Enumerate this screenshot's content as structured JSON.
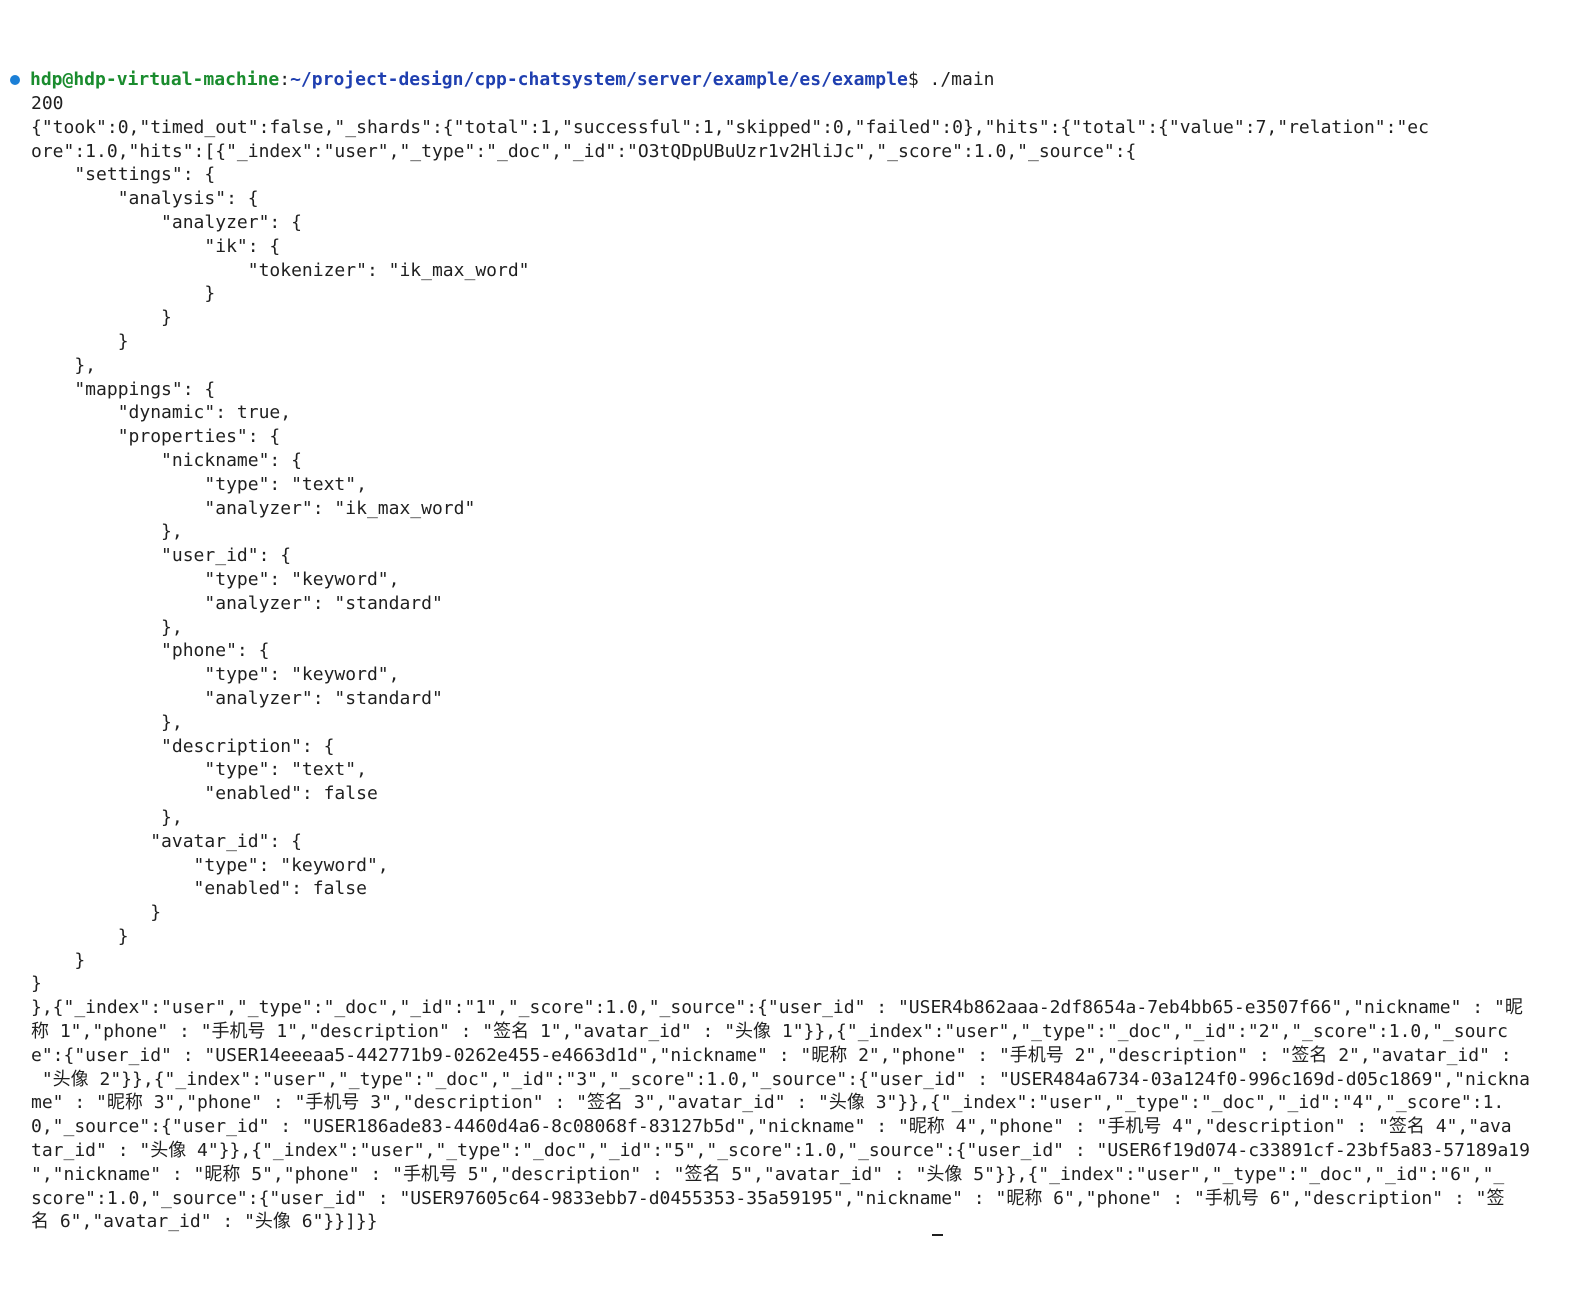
{
  "colors": {
    "background": "#ffffff",
    "text": "#1f1f1f",
    "prompt_user": "#1a8c2e",
    "prompt_path": "#1f3fb0",
    "status_dot": "#1b7fd6"
  },
  "prompt": {
    "status_icon": "filled-circle-dot",
    "user_host": "hdp@hdp-virtual-machine",
    "separator": ":",
    "path": "~/project-design/cpp-chatsystem/server/example/es/example",
    "symbol": "$",
    "command": " ./main"
  },
  "output_lines": [
    "200",
    "{\"took\":0,\"timed_out\":false,\"_shards\":{\"total\":1,\"successful\":1,\"skipped\":0,\"failed\":0},\"hits\":{\"total\":{\"value\":7,\"relation\":\"ec",
    "ore\":1.0,\"hits\":[{\"_index\":\"user\",\"_type\":\"_doc\",\"_id\":\"O3tQDpUBuUzr1v2HliJc\",\"_score\":1.0,\"_source\":{",
    "    \"settings\": {",
    "        \"analysis\": {",
    "            \"analyzer\": {",
    "                \"ik\": {",
    "                    \"tokenizer\": \"ik_max_word\"",
    "                }",
    "            }",
    "        }",
    "    },",
    "    \"mappings\": {",
    "        \"dynamic\": true,",
    "        \"properties\": {",
    "            \"nickname\": {",
    "                \"type\": \"text\",",
    "                \"analyzer\": \"ik_max_word\"",
    "            },",
    "            \"user_id\": {",
    "                \"type\": \"keyword\",",
    "                \"analyzer\": \"standard\"",
    "            },",
    "            \"phone\": {",
    "                \"type\": \"keyword\",",
    "                \"analyzer\": \"standard\"",
    "            },",
    "            \"description\": {",
    "                \"type\": \"text\",",
    "                \"enabled\": false",
    "            },",
    "           \"avatar_id\": {",
    "               \"type\": \"keyword\",",
    "               \"enabled\": false",
    "           }",
    "        }",
    "    }",
    "}",
    "},{\"_index\":\"user\",\"_type\":\"_doc\",\"_id\":\"1\",\"_score\":1.0,\"_source\":{\"user_id\" : \"USER4b862aaa-2df8654a-7eb4bb65-e3507f66\",\"nickname\" : \"昵",
    "称 1\",\"phone\" : \"手机号 1\",\"description\" : \"签名 1\",\"avatar_id\" : \"头像 1\"}},{\"_index\":\"user\",\"_type\":\"_doc\",\"_id\":\"2\",\"_score\":1.0,\"_sourc",
    "e\":{\"user_id\" : \"USER14eeeaa5-442771b9-0262e455-e4663d1d\",\"nickname\" : \"昵称 2\",\"phone\" : \"手机号 2\",\"description\" : \"签名 2\",\"avatar_id\" :",
    " \"头像 2\"}},{\"_index\":\"user\",\"_type\":\"_doc\",\"_id\":\"3\",\"_score\":1.0,\"_source\":{\"user_id\" : \"USER484a6734-03a124f0-996c169d-d05c1869\",\"nickna",
    "me\" : \"昵称 3\",\"phone\" : \"手机号 3\",\"description\" : \"签名 3\",\"avatar_id\" : \"头像 3\"}},{\"_index\":\"user\",\"_type\":\"_doc\",\"_id\":\"4\",\"_score\":1.",
    "0,\"_source\":{\"user_id\" : \"USER186ade83-4460d4a6-8c08068f-83127b5d\",\"nickname\" : \"昵称 4\",\"phone\" : \"手机号 4\",\"description\" : \"签名 4\",\"ava",
    "tar_id\" : \"头像 4\"}},{\"_index\":\"user\",\"_type\":\"_doc\",\"_id\":\"5\",\"_score\":1.0,\"_source\":{\"user_id\" : \"USER6f19d074-c33891cf-23bf5a83-57189a19",
    "\",\"nickname\" : \"昵称 5\",\"phone\" : \"手机号 5\",\"description\" : \"签名 5\",\"avatar_id\" : \"头像 5\"}},{\"_index\":\"user\",\"_type\":\"_doc\",\"_id\":\"6\",\"_",
    "score\":1.0,\"_source\":{\"user_id\" : \"USER97605c64-9833ebb7-d0455353-35a59195\",\"nickname\" : \"昵称 6\",\"phone\" : \"手机号 6\",\"description\" : \"签",
    "名 6\",\"avatar_id\" : \"头像 6\"}}]}}"
  ]
}
